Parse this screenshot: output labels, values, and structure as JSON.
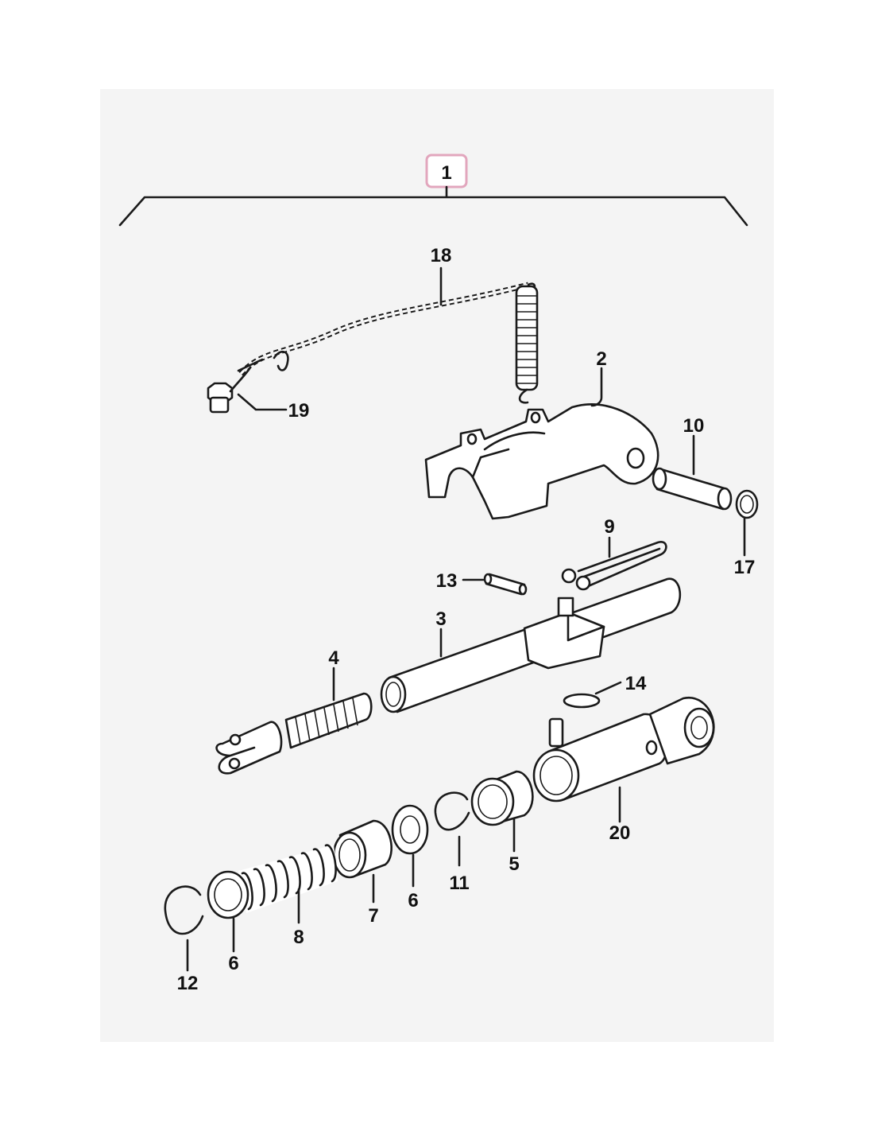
{
  "assembly_label": "1",
  "highlight_color": "#e2a6bd",
  "callouts": {
    "c2": "2",
    "c3": "3",
    "c4": "4",
    "c5": "5",
    "c6a": "6",
    "c6b": "6",
    "c7": "7",
    "c8": "8",
    "c9": "9",
    "c10": "10",
    "c11": "11",
    "c12": "12",
    "c13": "13",
    "c14": "14",
    "c17": "17",
    "c18": "18",
    "c19": "19",
    "c20": "20"
  }
}
